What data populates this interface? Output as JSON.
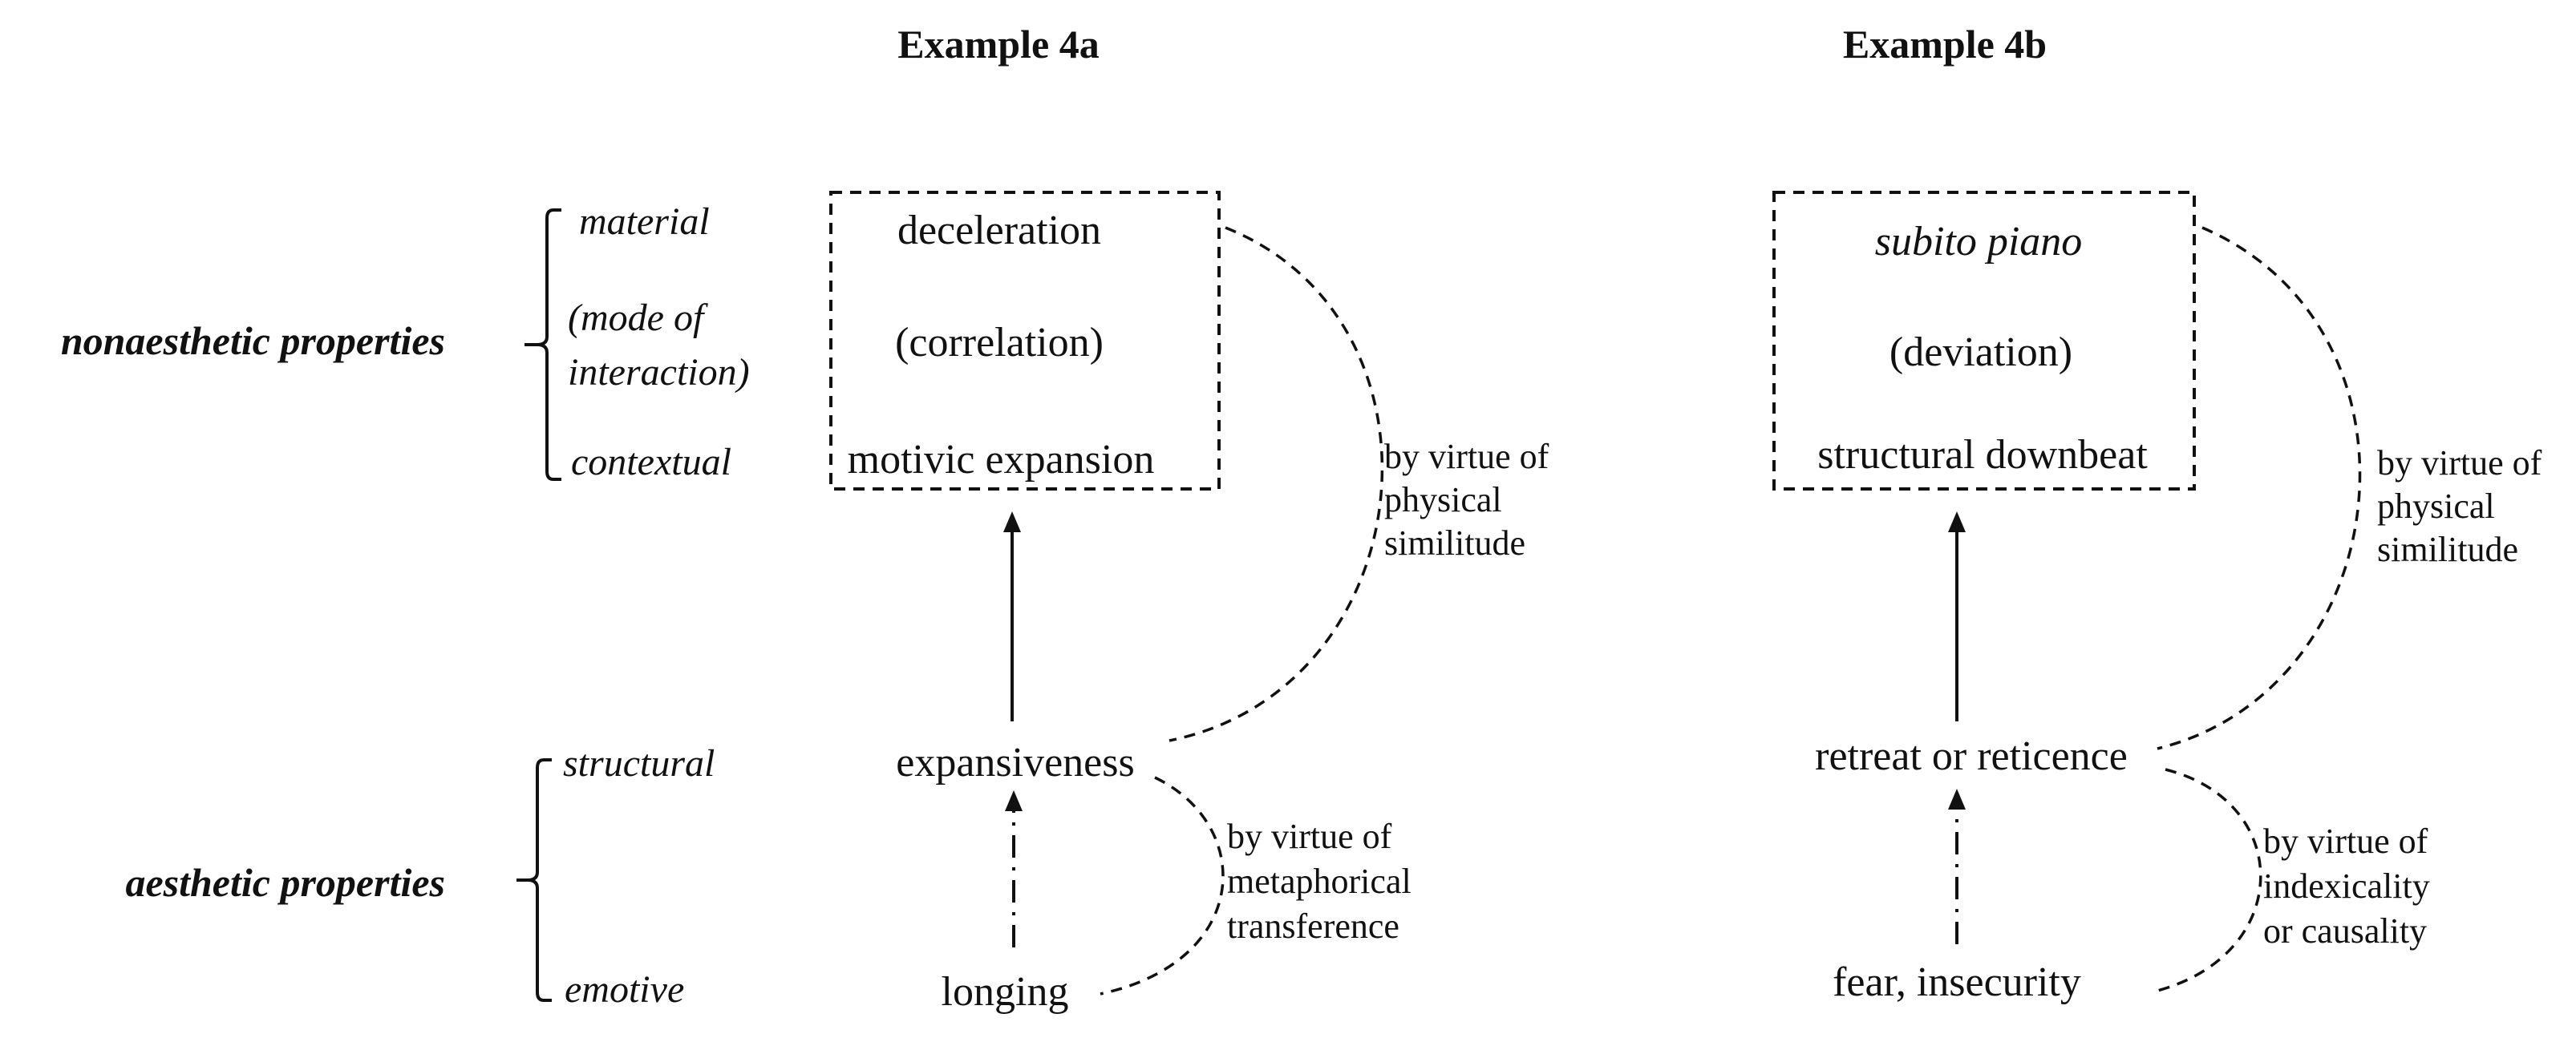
{
  "left_labels": {
    "nonaesthetic": "nonaesthetic properties",
    "aesthetic": "aesthetic properties"
  },
  "categories": {
    "material": "material",
    "mode_line1": "(mode of",
    "mode_line2": "interaction)",
    "contextual": "contextual",
    "structural": "structural",
    "emotive": "emotive"
  },
  "example_a": {
    "title": "Example 4a",
    "box_top": "deceleration",
    "box_mid": "(correlation)",
    "box_bottom": "motivic expansion",
    "aesthetic_structural": "expansiveness",
    "aesthetic_emotive": "longing",
    "upper_note": [
      "by virtue of",
      "physical",
      "similitude"
    ],
    "lower_note": [
      "by virtue of",
      "metaphorical",
      "transference"
    ]
  },
  "example_b": {
    "title": "Example 4b",
    "box_top": "subito piano",
    "box_mid": "(deviation)",
    "box_bottom": "structural downbeat",
    "aesthetic_structural": "retreat or reticence",
    "aesthetic_emotive": "fear, insecurity",
    "upper_note": [
      "by virtue of",
      "physical",
      "similitude"
    ],
    "lower_note": [
      "by virtue of",
      "indexicality",
      "or causality"
    ]
  }
}
